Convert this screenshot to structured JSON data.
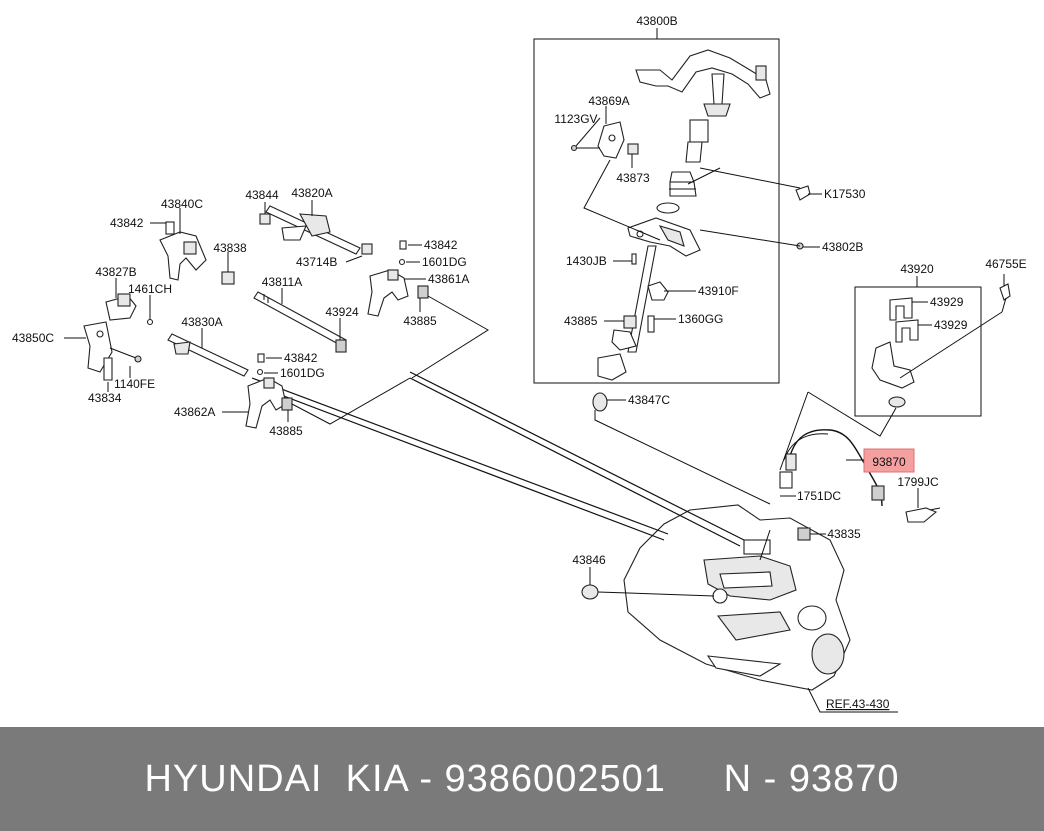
{
  "highlight_color": "#f4a0a0",
  "footer_bg": "#7a7a7a",
  "footer": {
    "caption": "HYUNDAI  KIA - 9386002501     N - 93870"
  },
  "highlighted_label": "93870",
  "labels": {
    "l43800B": "43800B",
    "l43869A": "43869A",
    "l1123GV": "1123GV",
    "l43873": "43873",
    "lK17530": "K17530",
    "l43802B": "43802B",
    "l1430JB": "1430JB",
    "l43910F": "43910F",
    "l43885a": "43885",
    "l1360GG": "1360GG",
    "l43847C": "43847C",
    "l43920": "43920",
    "l46755E": "46755E",
    "l43929a": "43929",
    "l43929b": "43929",
    "l93870": "93870",
    "l1799JC": "1799JC",
    "l1751DC": "1751DC",
    "l43835": "43835",
    "l43846": "43846",
    "lREF": "REF.43-430",
    "l43844": "43844",
    "l43820A": "43820A",
    "l43840C": "43840C",
    "l43842a": "43842",
    "l43838": "43838",
    "l43714B": "43714B",
    "l43842b": "43842",
    "l1601DGa": "1601DG",
    "l43861A": "43861A",
    "l43885b": "43885",
    "l43827B": "43827B",
    "l1461CH": "1461CH",
    "l43811A": "43811A",
    "l43924": "43924",
    "l43850C": "43850C",
    "l43830A": "43830A",
    "l43842c": "43842",
    "l1601DGb": "1601DG",
    "l1140FE": "1140FE",
    "l43834": "43834",
    "l43862A": "43862A",
    "l43885c": "43885"
  }
}
